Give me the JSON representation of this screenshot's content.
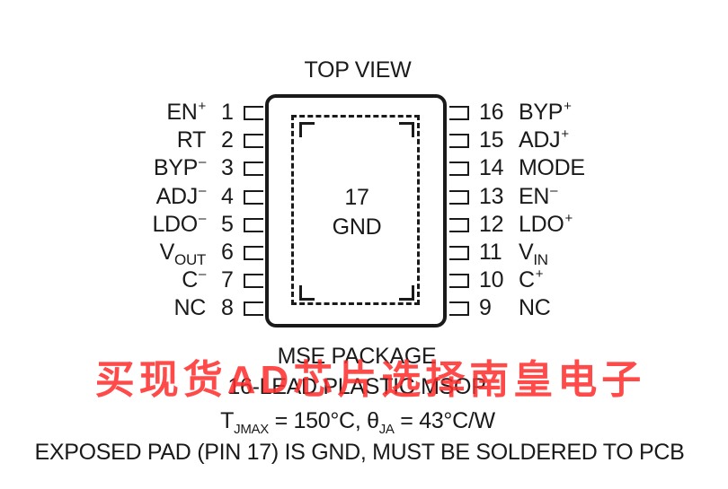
{
  "title": "TOP VIEW",
  "exposed_pad": {
    "number": "17",
    "name": "GND"
  },
  "left_pins": [
    {
      "num": "1",
      "name": "EN",
      "sup": "+",
      "sub": ""
    },
    {
      "num": "2",
      "name": "RT",
      "sup": "",
      "sub": ""
    },
    {
      "num": "3",
      "name": "BYP",
      "sup": "–",
      "sub": ""
    },
    {
      "num": "4",
      "name": "ADJ",
      "sup": "–",
      "sub": ""
    },
    {
      "num": "5",
      "name": "LDO",
      "sup": "–",
      "sub": ""
    },
    {
      "num": "6",
      "name": "V",
      "sup": "",
      "sub": "OUT"
    },
    {
      "num": "7",
      "name": "C",
      "sup": "–",
      "sub": ""
    },
    {
      "num": "8",
      "name": "NC",
      "sup": "",
      "sub": ""
    }
  ],
  "right_pins": [
    {
      "num": "16",
      "name": "BYP",
      "sup": "+",
      "sub": ""
    },
    {
      "num": "15",
      "name": "ADJ",
      "sup": "+",
      "sub": ""
    },
    {
      "num": "14",
      "name": "MODE",
      "sup": "",
      "sub": ""
    },
    {
      "num": "13",
      "name": "EN",
      "sup": "–",
      "sub": ""
    },
    {
      "num": "12",
      "name": "LDO",
      "sup": "+",
      "sub": ""
    },
    {
      "num": "11",
      "name": "V",
      "sup": "",
      "sub": "IN"
    },
    {
      "num": "10",
      "name": "C",
      "sup": "+",
      "sub": ""
    },
    {
      "num": "9",
      "name": "NC",
      "sup": "",
      "sub": ""
    }
  ],
  "package_name": "MSE PACKAGE",
  "package_type": "16-LEAD PLASTIC MSOP",
  "thermal": {
    "tj": "T",
    "tj_sub": "JMAX",
    "tj_value": " = 150°C, ",
    "theta": "θ",
    "theta_sub": "JA",
    "theta_value": " = 43°C/W"
  },
  "note": "EXPOSED PAD (PIN 17) IS GND, MUST BE SOLDERED TO PCB",
  "watermark": "买现货AD芯片选择南皇电子",
  "colors": {
    "ink": "#1a1a1a",
    "watermark": "#ff2b2b"
  }
}
